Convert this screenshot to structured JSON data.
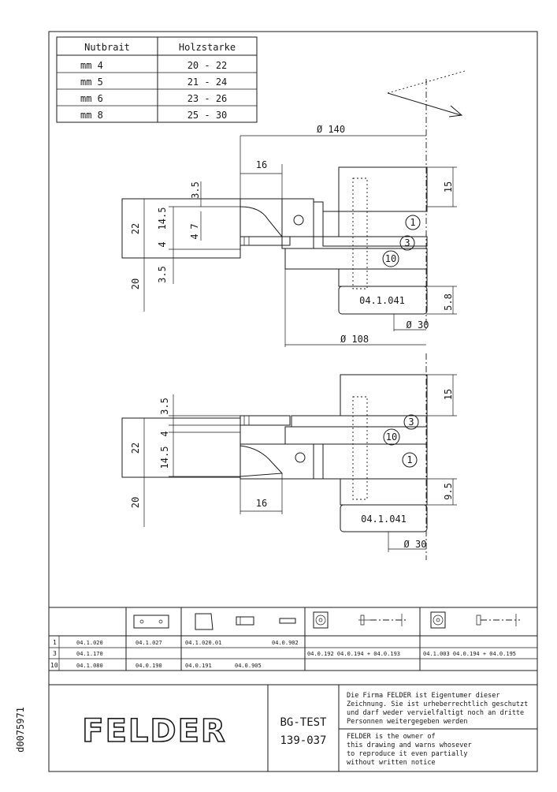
{
  "nut_table": {
    "headers": [
      "Nutbrait",
      "Holzstarke"
    ],
    "rows": [
      [
        "mm  4",
        "20 - 22"
      ],
      [
        "mm  5",
        "21 - 24"
      ],
      [
        "mm  6",
        "23 - 26"
      ],
      [
        "mm  8",
        "25 - 30"
      ]
    ]
  },
  "top_view": {
    "dim_diameter_140": "Ø 140",
    "dim_16": "16",
    "dim_15": "15",
    "dim_3_5_top": "3.5",
    "dim_14_5": "14.5",
    "dim_7": "7",
    "dim_4_a": "4",
    "dim_4_b": "4",
    "dim_22": "22",
    "dim_20": "20",
    "dim_3_5_bottom": "3.5",
    "part_ref": "04.1.041",
    "dim_5_8": "5.8",
    "dim_diameter_30": "Ø 30",
    "dim_diameter_108": "Ø 108",
    "callouts": [
      "1",
      "3",
      "10"
    ]
  },
  "bottom_view": {
    "dim_3_5": "3.5",
    "dim_22": "22",
    "dim_4": "4",
    "dim_14_5": "14.5",
    "dim_15": "15",
    "dim_20": "20",
    "dim_16": "16",
    "dim_9_5": "9.5",
    "part_ref": "04.1.041",
    "dim_diameter_30": "Ø 30",
    "callouts": [
      "3",
      "10",
      "1"
    ]
  },
  "parts_table": {
    "rows": [
      {
        "num": "1",
        "ref": "04.1.020",
        "c1": "04.1.027",
        "c2": "04.1.020.01",
        "c3": "04.0.902",
        "c4": "",
        "c5": ""
      },
      {
        "num": "3",
        "ref": "04.1.170",
        "c1": "",
        "c2": "",
        "c3": "",
        "c4": "04.0.192  04.0.194 + 04.0.193",
        "c5": "04.1.003  04.0.194 + 04.0.195"
      },
      {
        "num": "10",
        "ref": "04.1.080",
        "c1": "04.0.190",
        "c2": "04.0.191",
        "c3": "04.0.905",
        "c4": "",
        "c5": ""
      }
    ]
  },
  "title_block": {
    "logo": "FELDER",
    "name": "BG-TEST",
    "number": "139-037",
    "notice_de": [
      "Die Firma FELDER ist Eigentumer dieser",
      "Zeichnung. Sie ist urheberrechtlich geschutzt",
      "und darf weder vervielfaltigt noch an dritte",
      "Personnen weitergegeben werden"
    ],
    "notice_en": [
      "FELDER is the owner of",
      "this drawing and warns whosever",
      "to reproduce it even partially",
      "without written notice"
    ]
  },
  "side_id": "d0075971"
}
